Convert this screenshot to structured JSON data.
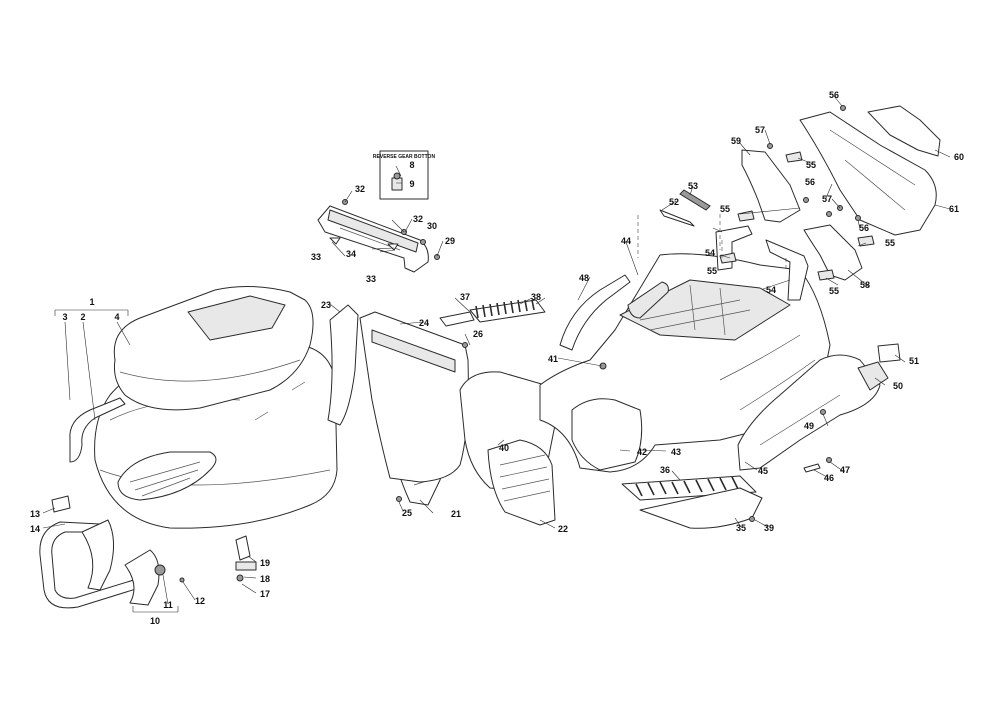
{
  "inset": {
    "title": "REVERSE GEAR BOTTON"
  },
  "callouts": [
    "1",
    "2",
    "3",
    "4",
    "8",
    "9",
    "10",
    "11",
    "12",
    "13",
    "14",
    "17",
    "18",
    "19",
    "21",
    "22",
    "23",
    "24",
    "25",
    "26",
    "29",
    "30",
    "32",
    "32",
    "33",
    "33",
    "34",
    "35",
    "36",
    "37",
    "38",
    "39",
    "40",
    "41",
    "42",
    "43",
    "44",
    "45",
    "46",
    "47",
    "48",
    "49",
    "50",
    "51",
    "52",
    "53",
    "54",
    "54",
    "55",
    "55",
    "55",
    "55",
    "55",
    "56",
    "56",
    "56",
    "57",
    "57",
    "58",
    "59",
    "60",
    "61"
  ],
  "colors": {
    "line": "#2b2b2b",
    "fill": "#ffffff",
    "shade": "#e8e8e8"
  }
}
